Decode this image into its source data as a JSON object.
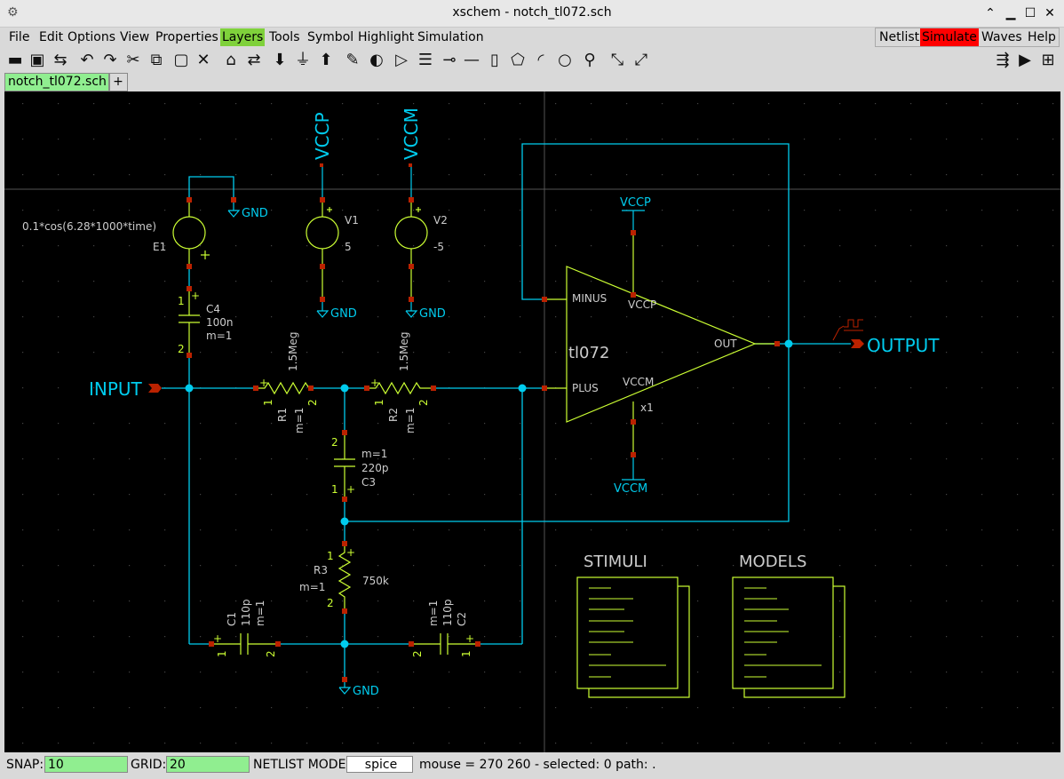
{
  "window": {
    "title": "xschem - notch_tl072.sch"
  },
  "menu": {
    "items": [
      "File",
      "Edit",
      "Options",
      "View",
      "Properties",
      "Layers",
      "Tools",
      "Symbol",
      "Highlight",
      "Simulation"
    ],
    "highlighted": "Layers",
    "right": [
      "Netlist",
      "Simulate",
      "Waves",
      "Help"
    ]
  },
  "toolbar": {
    "icons": [
      "open-icon",
      "save-icon",
      "reload-icon",
      "undo-icon",
      "redo-icon",
      "cut-icon",
      "copy-icon",
      "paste-icon",
      "delete-icon",
      "push-icon",
      "swap-icon",
      "descend-icon",
      "insert-symbol-icon",
      "ascend-icon",
      "draw-wire-icon",
      "toggle-light-icon",
      "symbol-icon",
      "text-icon",
      "pin-icon",
      "line-icon",
      "rect-icon",
      "polygon-icon",
      "arc-icon",
      "circle-icon",
      "zoom-icon",
      "zoom-in-icon",
      "zoom-out-icon",
      "netlist-icon",
      "simulate-icon",
      "waves-icon"
    ]
  },
  "tabs": {
    "active": "notch_tl072.sch",
    "add": "+"
  },
  "colors": {
    "wire": "#00ccee",
    "pin": "#bb2200",
    "symbol": "#ccff33",
    "text": "#cccccc",
    "label": "#00ccee",
    "background": "#000000"
  },
  "schematic": {
    "labels": {
      "vccp_top": "VCCP",
      "vccm_top": "VCCM",
      "input": "INPUT",
      "output": "OUTPUT",
      "vccp_amp": "VCCP",
      "vccm_amp": "VCCM"
    },
    "gnd": "GND",
    "e1": {
      "expr": "0.1*cos(6.28*1000*time)",
      "name": "E1",
      "plus": "+"
    },
    "v1": {
      "name": "V1",
      "value": "5"
    },
    "v2": {
      "name": "V2",
      "value": "-5"
    },
    "c4": {
      "name": "C4",
      "value": "100n",
      "m": "m=1",
      "p1": "1",
      "p2": "2",
      "plus": "+"
    },
    "r1": {
      "name": "R1",
      "value": "1.5Meg",
      "m": "m=1",
      "p1": "1",
      "p2": "2",
      "plus": "+"
    },
    "r2": {
      "name": "R2",
      "value": "1.5Meg",
      "m": "m=1",
      "p1": "1",
      "p2": "2",
      "plus": "+"
    },
    "c3": {
      "name": "C3",
      "value": "220p",
      "m": "m=1",
      "p1": "1",
      "p2": "2",
      "plus": "+"
    },
    "r3": {
      "name": "R3",
      "value": "750k",
      "m": "m=1",
      "p1": "1",
      "p2": "2",
      "plus": "+"
    },
    "c1": {
      "name": "C1",
      "value": "110p",
      "m": "m=1",
      "p1": "1",
      "p2": "2",
      "plus": "+"
    },
    "c2": {
      "name": "C2",
      "value": "110p",
      "m": "m=1",
      "p1": "1",
      "p2": "2",
      "plus": "+"
    },
    "opamp": {
      "name": "tl072",
      "inst": "x1",
      "minus": "MINUS",
      "plus": "PLUS",
      "out": "OUT",
      "vccp": "VCCP",
      "vccm": "VCCM"
    },
    "stimuli": "STIMULI",
    "models": "MODELS"
  },
  "status": {
    "snap_label": "SNAP:",
    "snap": "10",
    "grid_label": "GRID:",
    "grid": "20",
    "mode_label": "NETLIST MODE:",
    "mode": "spice",
    "info": "mouse = 270 260 - selected: 0 path: ."
  }
}
